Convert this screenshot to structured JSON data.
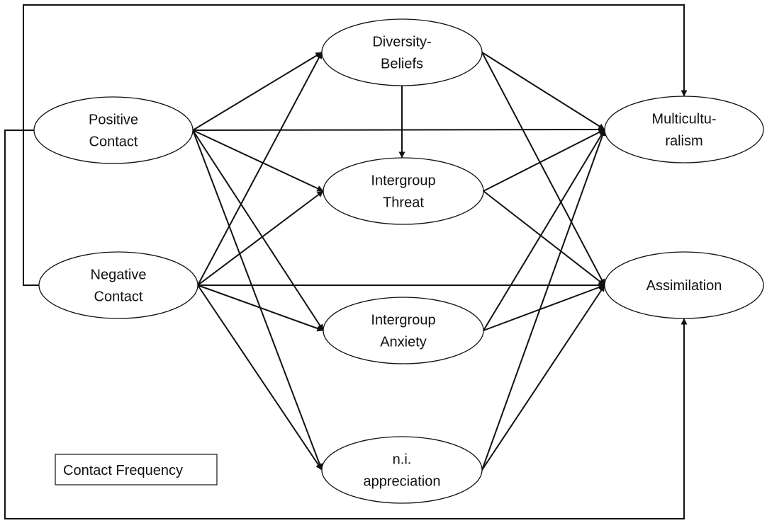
{
  "diagram": {
    "type": "path-model",
    "nodes": [
      {
        "id": "positive_contact",
        "lines": [
          "Positive",
          "Contact"
        ],
        "column": "predictor"
      },
      {
        "id": "negative_contact",
        "lines": [
          "Negative",
          "Contact"
        ],
        "column": "predictor"
      },
      {
        "id": "diversity_beliefs",
        "lines": [
          "Diversity-",
          "Beliefs"
        ],
        "column": "mediator"
      },
      {
        "id": "intergroup_threat",
        "lines": [
          "Intergroup",
          "Threat"
        ],
        "column": "mediator"
      },
      {
        "id": "intergroup_anxiety",
        "lines": [
          "Intergroup",
          "Anxiety"
        ],
        "column": "mediator"
      },
      {
        "id": "ni_appreciation",
        "lines": [
          "n.i.",
          "appreciation"
        ],
        "column": "mediator"
      },
      {
        "id": "multiculturalism",
        "lines": [
          "Multicultu-",
          "ralism"
        ],
        "column": "outcome"
      },
      {
        "id": "assimilation",
        "lines": [
          "Assimilation"
        ],
        "column": "outcome"
      }
    ],
    "covariate_box": {
      "label": "Contact Frequency"
    },
    "edges": [
      {
        "from": "positive_contact",
        "to": "diversity_beliefs"
      },
      {
        "from": "positive_contact",
        "to": "intergroup_threat"
      },
      {
        "from": "positive_contact",
        "to": "intergroup_anxiety"
      },
      {
        "from": "positive_contact",
        "to": "ni_appreciation"
      },
      {
        "from": "positive_contact",
        "to": "multiculturalism"
      },
      {
        "from": "negative_contact",
        "to": "diversity_beliefs"
      },
      {
        "from": "negative_contact",
        "to": "intergroup_threat"
      },
      {
        "from": "negative_contact",
        "to": "intergroup_anxiety"
      },
      {
        "from": "negative_contact",
        "to": "ni_appreciation"
      },
      {
        "from": "negative_contact",
        "to": "assimilation"
      },
      {
        "from": "diversity_beliefs",
        "to": "intergroup_threat"
      },
      {
        "from": "diversity_beliefs",
        "to": "multiculturalism"
      },
      {
        "from": "diversity_beliefs",
        "to": "assimilation"
      },
      {
        "from": "intergroup_threat",
        "to": "multiculturalism"
      },
      {
        "from": "intergroup_threat",
        "to": "assimilation"
      },
      {
        "from": "intergroup_anxiety",
        "to": "multiculturalism"
      },
      {
        "from": "intergroup_anxiety",
        "to": "assimilation"
      },
      {
        "from": "ni_appreciation",
        "to": "multiculturalism"
      },
      {
        "from": "ni_appreciation",
        "to": "assimilation"
      },
      {
        "from": "negative_contact",
        "to": "multiculturalism",
        "routing": "top-bracket"
      },
      {
        "from": "positive_contact",
        "to": "assimilation",
        "routing": "bottom-bracket"
      }
    ],
    "colors": {
      "stroke": "#111111",
      "fill": "#ffffff",
      "text": "#111111"
    }
  }
}
